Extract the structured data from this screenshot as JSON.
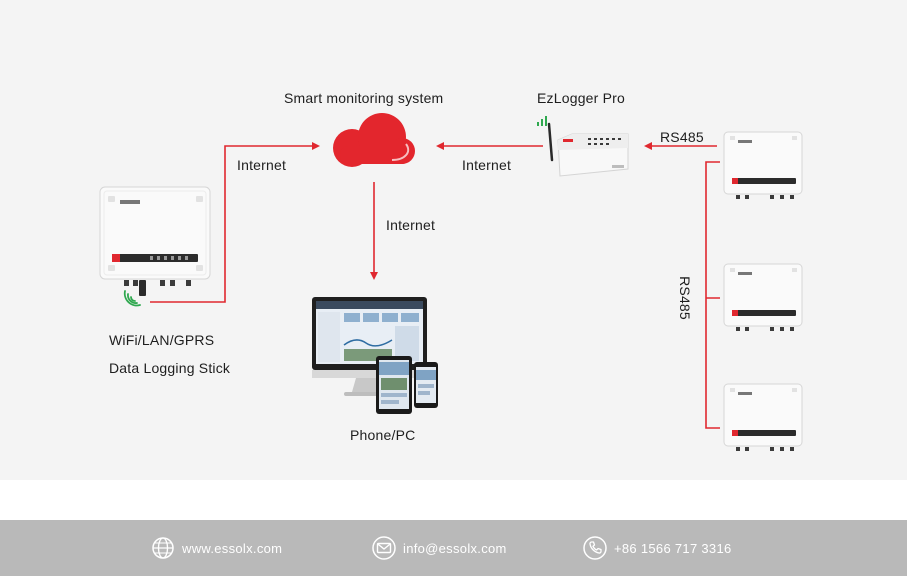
{
  "diagram": {
    "labels": {
      "smart_monitoring": "Smart monitoring system",
      "ezlogger": "EzLogger Pro",
      "rs485_top": "RS485",
      "rs485_side": "RS485",
      "internet_left": "Internet",
      "internet_right": "Internet",
      "internet_down": "Internet",
      "stick_line1": "WiFi/LAN/GPRS",
      "stick_line2": "Data Logging Stick",
      "phone_pc": "Phone/PC"
    },
    "colors": {
      "link_red": "#e0282f",
      "cloud_red": "#e3262d",
      "device_white": "#fafafa",
      "device_border": "#d6d6d6",
      "wifi_green": "#2fa84f"
    }
  },
  "footer": {
    "website": "www.essolx.com",
    "email": "info@essolx.com",
    "phone": "+86 1566 717 3316",
    "icons": [
      "globe-icon",
      "mail-icon",
      "phone-icon"
    ]
  }
}
